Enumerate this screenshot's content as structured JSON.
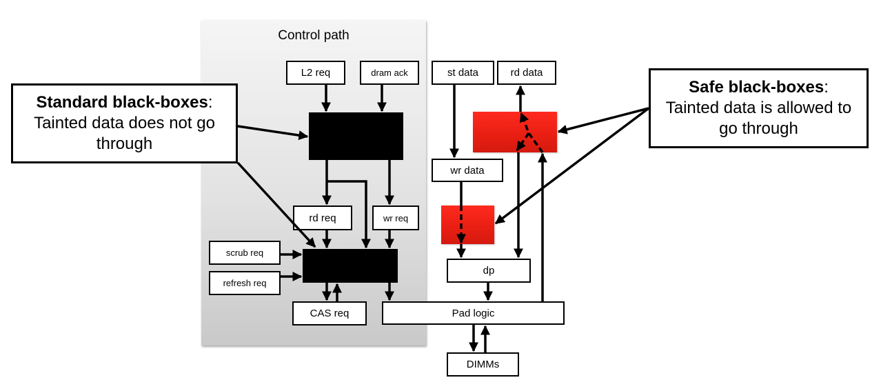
{
  "panel": {
    "title": "Control path"
  },
  "control_blocks": {
    "l2_req": "L2 req",
    "dram_ack": "dram ack",
    "rd_req": "rd req",
    "wr_req": "wr req",
    "scrub_req": "scrub req",
    "refresh_req": "refresh req",
    "cas_req": "CAS req"
  },
  "data_blocks": {
    "st_data": "st data",
    "rd_data": "rd data",
    "wr_data": "wr data",
    "dp": "dp",
    "pad_logic": "Pad logic",
    "dimms": "DIMMs"
  },
  "callouts": {
    "standard": {
      "title": "Standard black-boxes",
      "colon": ":",
      "body": "Tainted data does not go through"
    },
    "safe": {
      "title": "Safe black-boxes",
      "colon": ":",
      "body": "Tainted data is allowed to go through"
    }
  },
  "colors": {
    "standard_blackbox": "#000000",
    "safe_blackbox": "#e81e12",
    "panel_top": "#f5f5f5",
    "panel_bottom": "#c9c9c9"
  }
}
